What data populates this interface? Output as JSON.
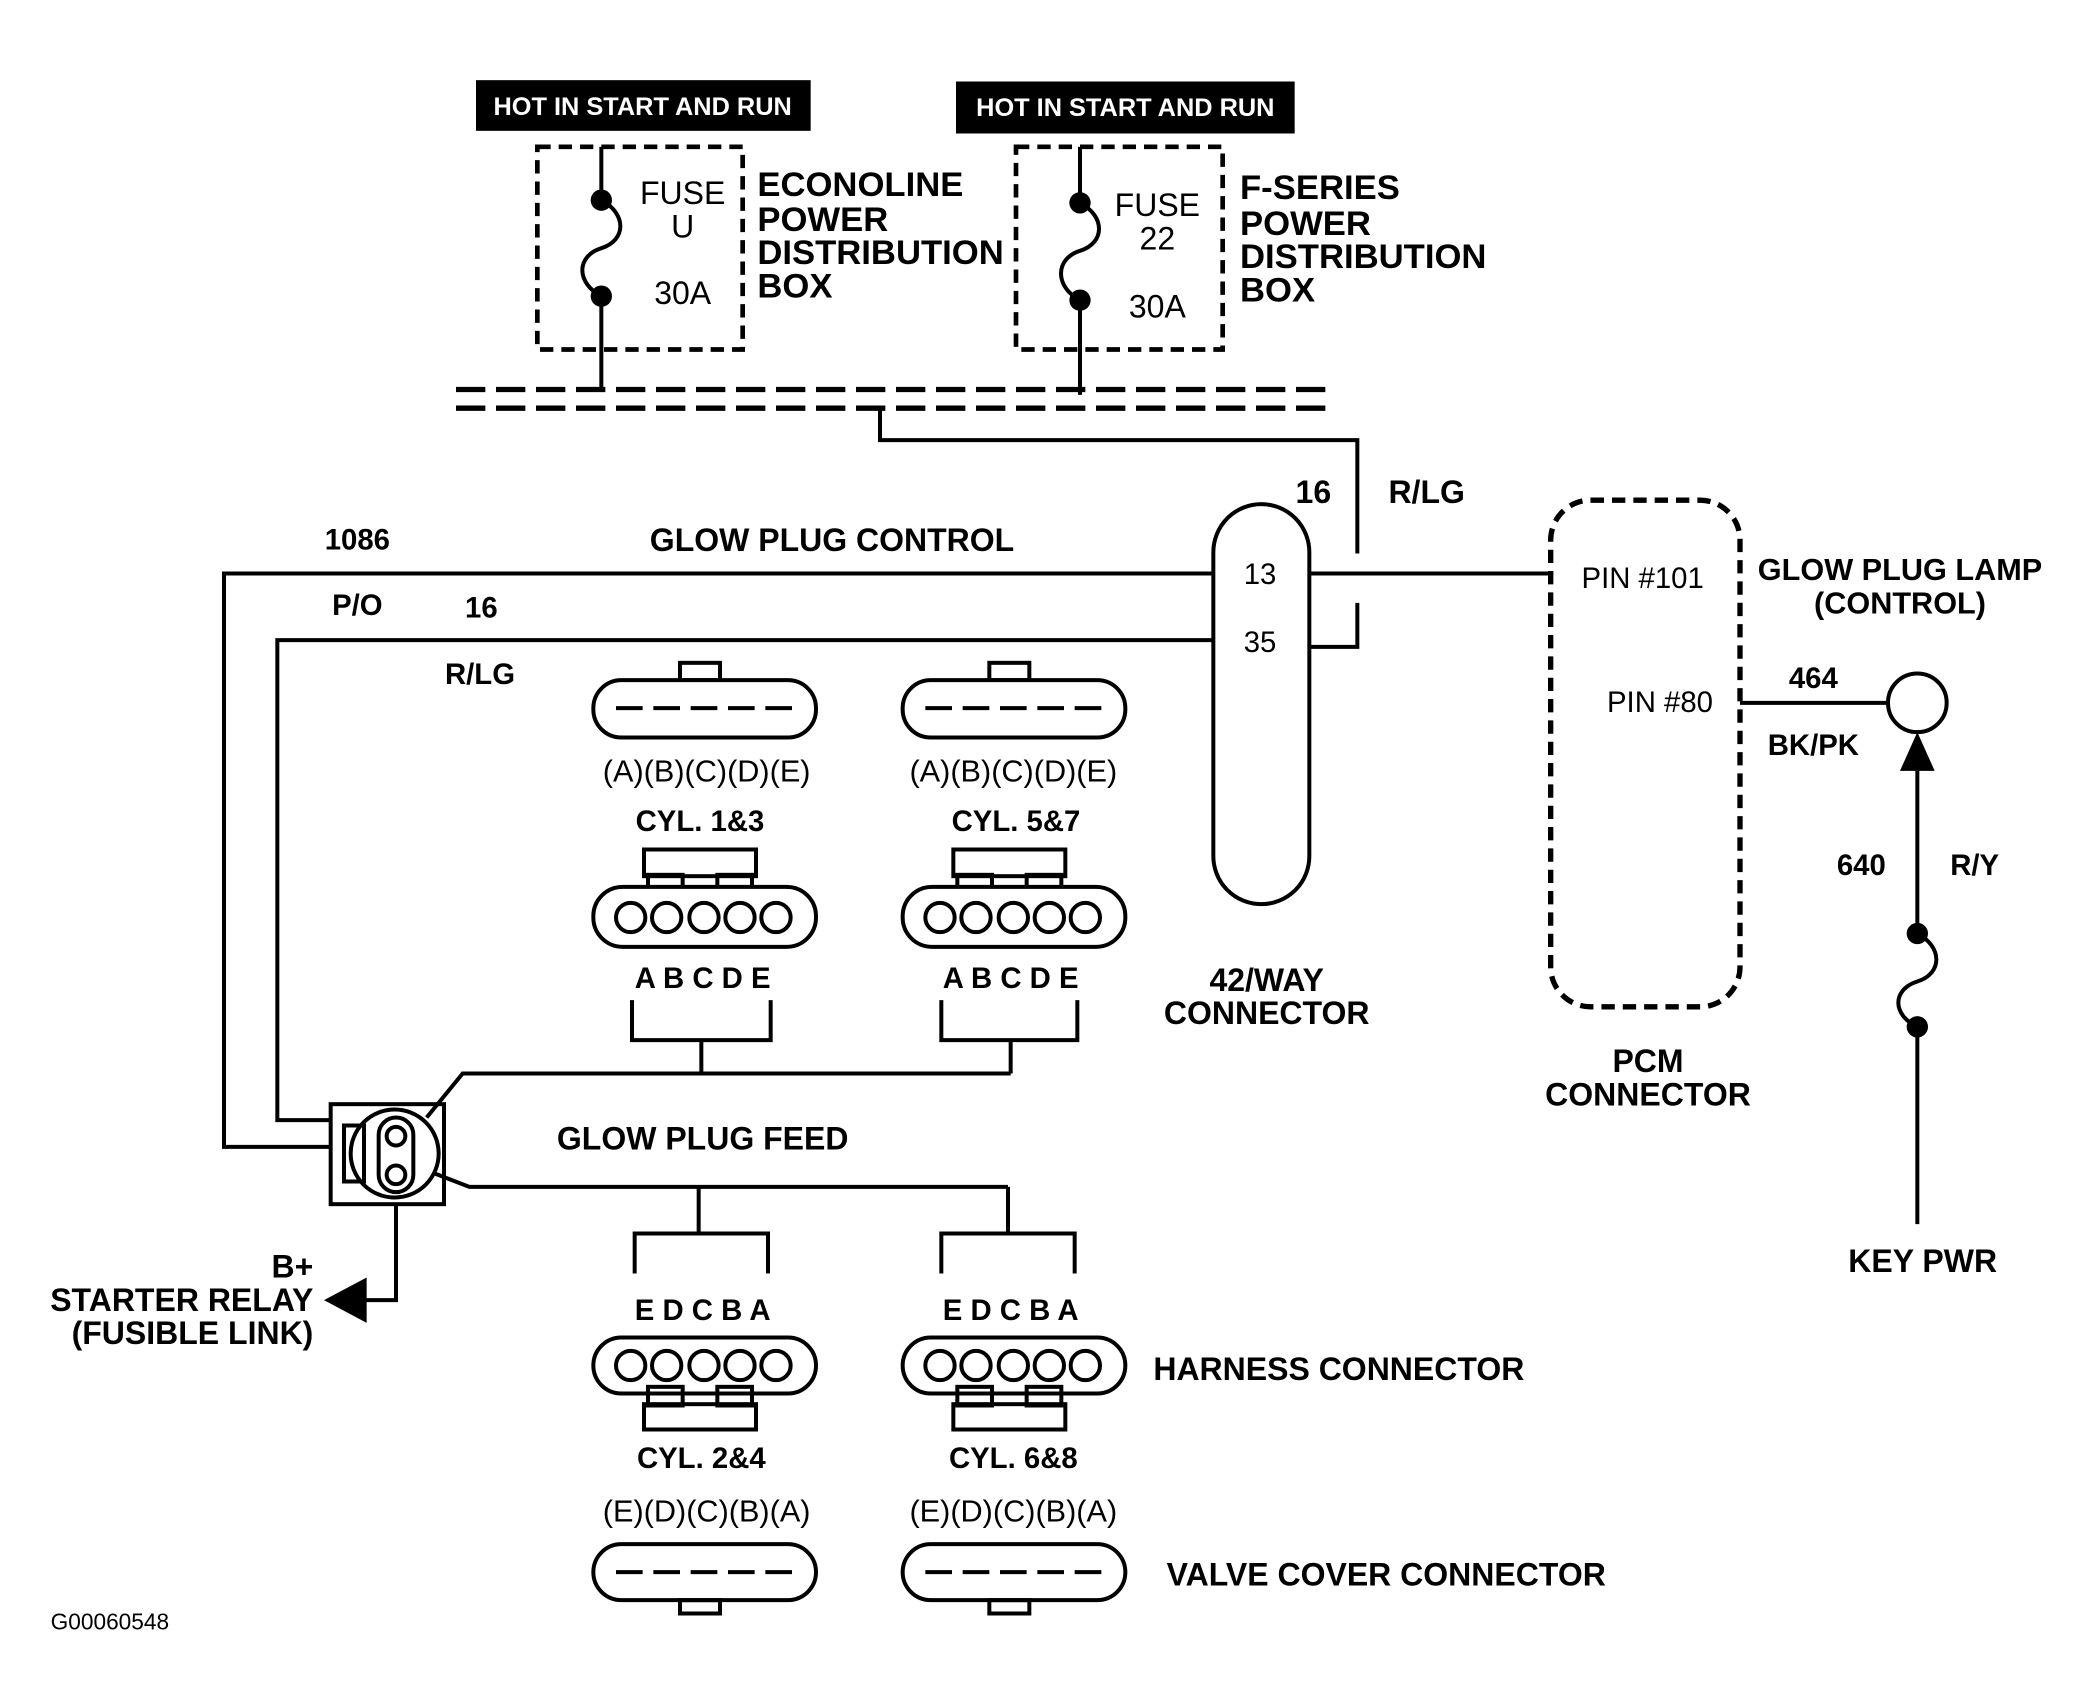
{
  "colors": {
    "ink": "#000000",
    "paper": "#ffffff",
    "banner_text": "#ffffff"
  },
  "power_boxes": [
    {
      "header": "HOT IN START AND RUN",
      "fuse_label": "FUSE",
      "fuse_id": "U",
      "fuse_rating": "30A",
      "name_lines": [
        "ECONOLINE",
        "POWER",
        "DISTRIBUTION",
        "BOX"
      ]
    },
    {
      "header": "HOT IN START AND RUN",
      "fuse_label": "FUSE",
      "fuse_id": "22",
      "fuse_rating": "30A",
      "name_lines": [
        "F-SERIES",
        "POWER",
        "DISTRIBUTION",
        "BOX"
      ]
    }
  ],
  "circuits": {
    "feed_circuit": "16",
    "feed_color": "R/LG",
    "control_circuit": "1086",
    "control_name": "GLOW PLUG CONTROL",
    "control_color": "P/O",
    "return_circuit": "16",
    "return_color": "R/LG",
    "lamp_circuit": "464",
    "lamp_color": "BK/PK",
    "key_circuit": "640",
    "key_color": "R/Y",
    "glow_plug_feed": "GLOW PLUG FEED"
  },
  "connector_42": {
    "pin_a": "13",
    "pin_b": "35",
    "name_lines": [
      "42/WAY",
      "CONNECTOR"
    ]
  },
  "pcm": {
    "pin_a": "PIN #101",
    "pin_b": "PIN #80",
    "name_lines": [
      "PCM",
      "CONNECTOR"
    ]
  },
  "lamp": {
    "name_lines": [
      "GLOW PLUG LAMP",
      "(CONTROL)"
    ]
  },
  "key_power": "KEY PWR",
  "starter": {
    "lines": [
      "B+",
      "STARTER RELAY",
      "(FUSIBLE LINK)"
    ]
  },
  "cylinders": [
    {
      "name": "CYL. 1&3",
      "valve_pins": "(A)(B)(C)(D)(E)",
      "harness_pins": "A B C D E"
    },
    {
      "name": "CYL. 5&7",
      "valve_pins": "(A)(B)(C)(D)(E)",
      "harness_pins": "A B C D E"
    },
    {
      "name": "CYL. 2&4",
      "valve_pins": "(E)(D)(C)(B)(A)",
      "harness_pins": "E D C B A"
    },
    {
      "name": "CYL. 6&8",
      "valve_pins": "(E)(D)(C)(B)(A)",
      "harness_pins": "E D C B A"
    }
  ],
  "harness_connector": "HARNESS CONNECTOR",
  "valve_cover_connector": "VALVE COVER CONNECTOR",
  "figure_id": "G00060548"
}
